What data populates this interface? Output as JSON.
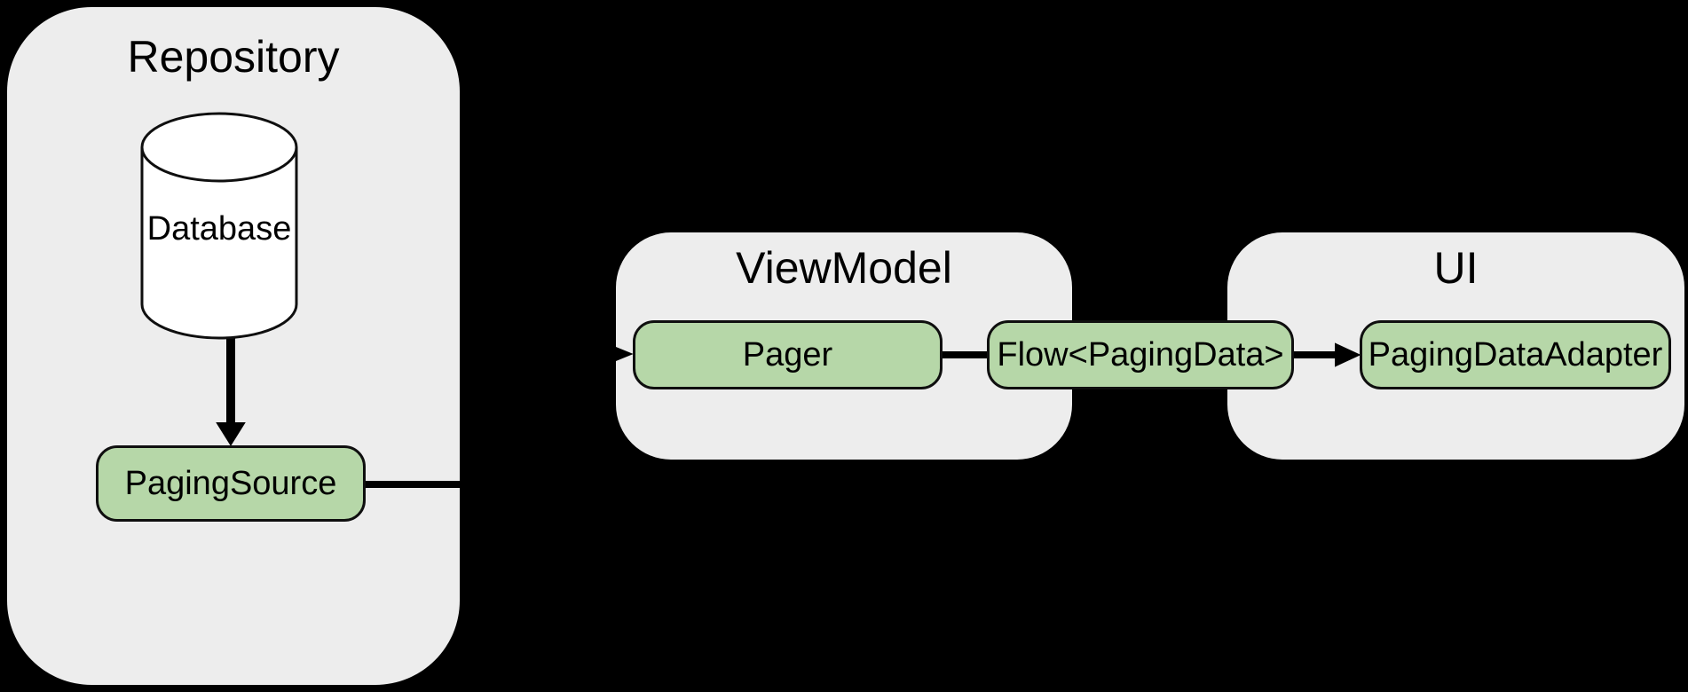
{
  "colors": {
    "background": "#000000",
    "container_fill": "#ededed",
    "node_fill": "#b6d7a8",
    "node_border": "#0f0f0f",
    "connector": "#000000",
    "cylinder_fill": "#ffffff",
    "text": "#000000"
  },
  "containers": {
    "repository": {
      "title": "Repository"
    },
    "viewmodel": {
      "title": "ViewModel"
    },
    "ui": {
      "title": "UI"
    }
  },
  "nodes": {
    "database": {
      "label": "Database",
      "shape": "cylinder"
    },
    "paging_source": {
      "label": "PagingSource"
    },
    "pager": {
      "label": "Pager"
    },
    "flow": {
      "label": "Flow<PagingData>"
    },
    "adapter": {
      "label": "PagingDataAdapter"
    }
  },
  "edges": [
    {
      "from": "Database",
      "to": "PagingSource",
      "style": "arrow-down"
    },
    {
      "from": "PagingSource",
      "to": "Pager",
      "style": "elbow-arrow-right"
    },
    {
      "from": "Pager",
      "to": "Flow<PagingData>",
      "style": "line"
    },
    {
      "from": "Flow<PagingData>",
      "to": "PagingDataAdapter",
      "style": "arrow-right"
    }
  ]
}
